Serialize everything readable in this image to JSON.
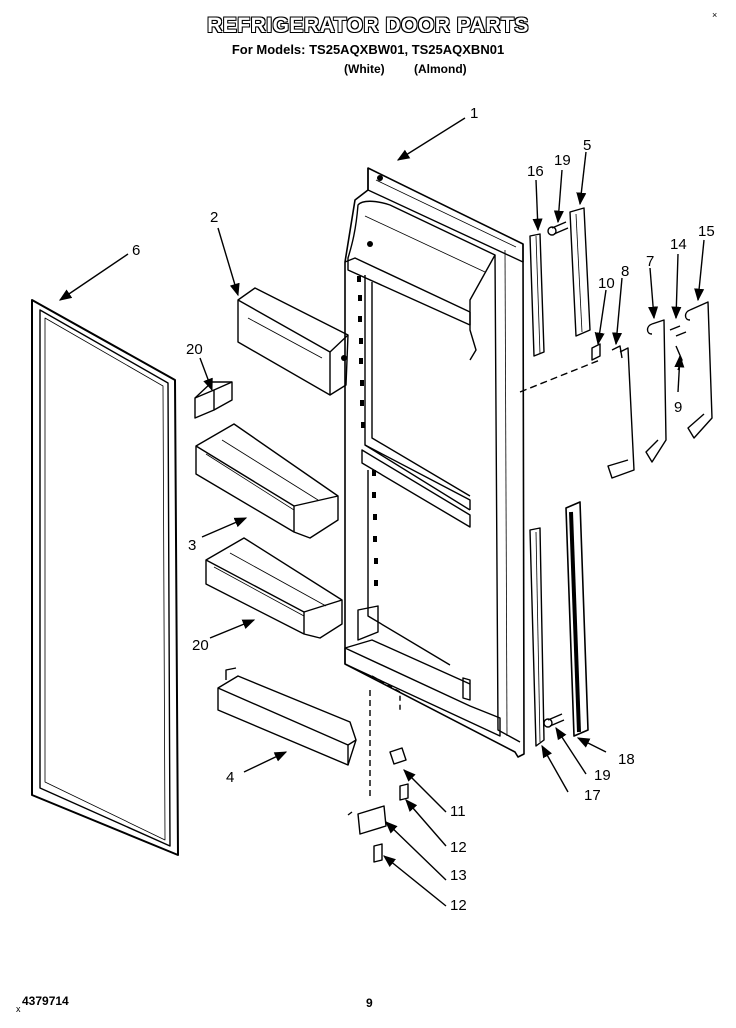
{
  "header": {
    "title": "REFRIGERATOR DOOR PARTS",
    "models": "For Models: TS25AQXBW01, TS25AQXBN01",
    "color_white": "(White)",
    "color_almond": "(Almond)"
  },
  "corner_mark": "×",
  "footer": {
    "doc_number": "4379714",
    "page_number": "9",
    "small_mark": "x"
  },
  "callouts": [
    "1",
    "2",
    "3",
    "4",
    "5",
    "6",
    "7",
    "8",
    "9",
    "10",
    "11",
    "12",
    "13",
    "14",
    "15",
    "16",
    "17",
    "18",
    "19",
    "20"
  ],
  "labels": {
    "l1": "1",
    "l2": "2",
    "l3": "3",
    "l4": "4",
    "l5": "5",
    "l6": "6",
    "l7": "7",
    "l8": "8",
    "l9": "9",
    "l10": "10",
    "l11": "11",
    "l12a": "12",
    "l12b": "12",
    "l13": "13",
    "l14": "14",
    "l15": "15",
    "l16": "16",
    "l17": "17",
    "l18": "18",
    "l19a": "19",
    "l19b": "19",
    "l20a": "20",
    "l20b": "20"
  }
}
